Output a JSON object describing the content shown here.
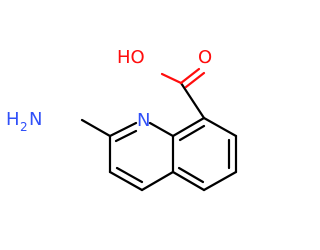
{
  "molecule": {
    "atoms": {
      "carboxyl_oh": "HO",
      "carboxyl_o": "O",
      "ring_n": "N",
      "amino_h": "H",
      "amino_h_count": "2",
      "amino_n": "N"
    },
    "colors": {
      "carbon_bond": "#000000",
      "nitrogen": "#3050f8",
      "oxygen": "#ff0d0d",
      "background": "#ffffff"
    }
  }
}
